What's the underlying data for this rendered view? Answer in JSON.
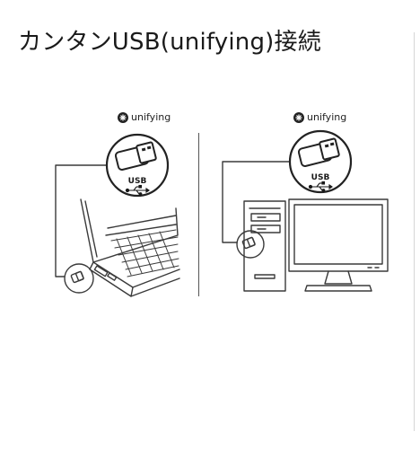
{
  "header": {
    "title": "カンタンUSB(unifying)接続"
  },
  "panels": [
    {
      "id": "laptop",
      "brand": "unifying",
      "port_label": "USB"
    },
    {
      "id": "desktop",
      "brand": "unifying",
      "port_label": "USB"
    }
  ],
  "icons": [
    "unifying-logo-icon",
    "usb-symbol-icon",
    "usb-receiver-icon"
  ],
  "colors": {
    "line": "#3a3a3a",
    "text": "#1a1a1a",
    "background": "#ffffff"
  }
}
